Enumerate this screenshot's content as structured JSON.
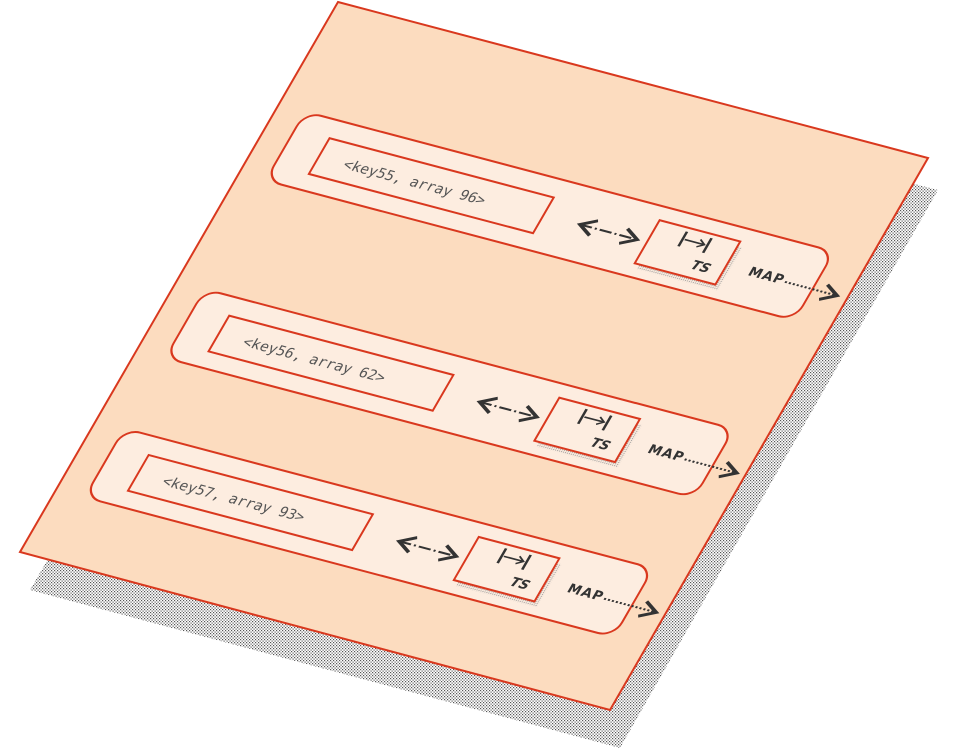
{
  "colors": {
    "page_fill": "#fcdcbf",
    "row_fill": "#fdede0",
    "stroke": "#d9381e",
    "ink": "#333333"
  },
  "rows": [
    {
      "key": "<key55, array 96>",
      "op_label": "TS",
      "op_icon": "tab-to-end-icon",
      "map_label": "MAP"
    },
    {
      "key": "<key56, array 62>",
      "op_label": "TS",
      "op_icon": "tab-to-end-icon",
      "map_label": "MAP"
    },
    {
      "key": "<key57, array 93>",
      "op_label": "TS",
      "op_icon": "tab-to-end-icon",
      "map_label": "MAP"
    }
  ]
}
